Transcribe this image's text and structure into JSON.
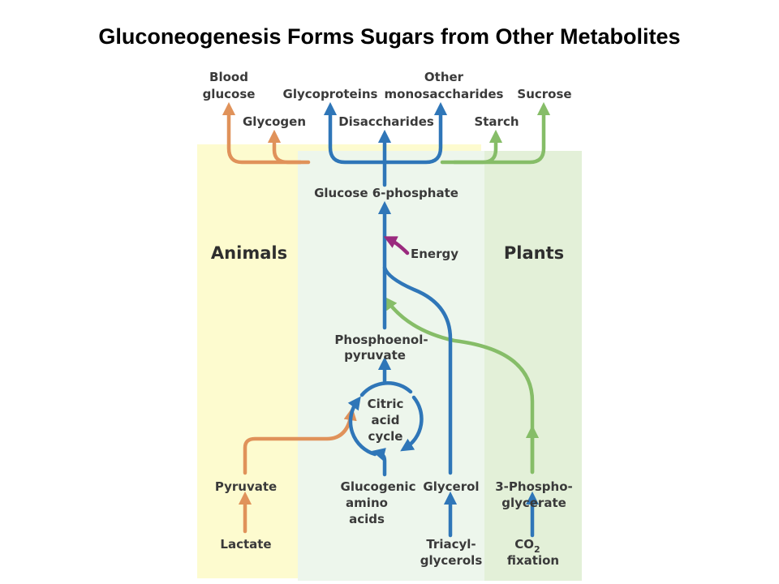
{
  "title": "Gluconeogenesis Forms Sugars from Other Metabolites",
  "regions": {
    "animals": "Animals",
    "plants": "Plants"
  },
  "products": {
    "blood_glucose": [
      "Blood",
      "glucose"
    ],
    "glycogen": "Glycogen",
    "glycoproteins": "Glycoproteins",
    "disaccharides": "Disaccharides",
    "other_monosaccharides": [
      "Other",
      "monosaccharides"
    ],
    "starch": "Starch",
    "sucrose": "Sucrose"
  },
  "intermediates": {
    "glucose_6_phosphate": "Glucose 6-phosphate",
    "energy": "Energy",
    "pep": [
      "Phosphoenol-",
      "pyruvate"
    ],
    "citric_acid_cycle": [
      "Citric",
      "acid",
      "cycle"
    ]
  },
  "sources": {
    "pyruvate": "Pyruvate",
    "lactate": "Lactate",
    "glucogenic_amino_acids": [
      "Glucogenic",
      "amino",
      "acids"
    ],
    "glycerol": "Glycerol",
    "triacylglycerols": [
      "Triacyl-",
      "glycerols"
    ],
    "three_phosphoglycerate": [
      "3-Phospho-",
      "glycerate"
    ],
    "co2_fixation": {
      "co": "CO",
      "sub": "2",
      "fixation": "fixation"
    }
  },
  "colors": {
    "animals_bg": "#fdfbcf",
    "center_bg": "#edf6ec",
    "plants_bg": "#e3f0d8",
    "orange": "#e0925a",
    "blue": "#2f76b8",
    "green": "#86bd68",
    "magenta": "#9a2a7e",
    "label": "#3a3a3a"
  }
}
